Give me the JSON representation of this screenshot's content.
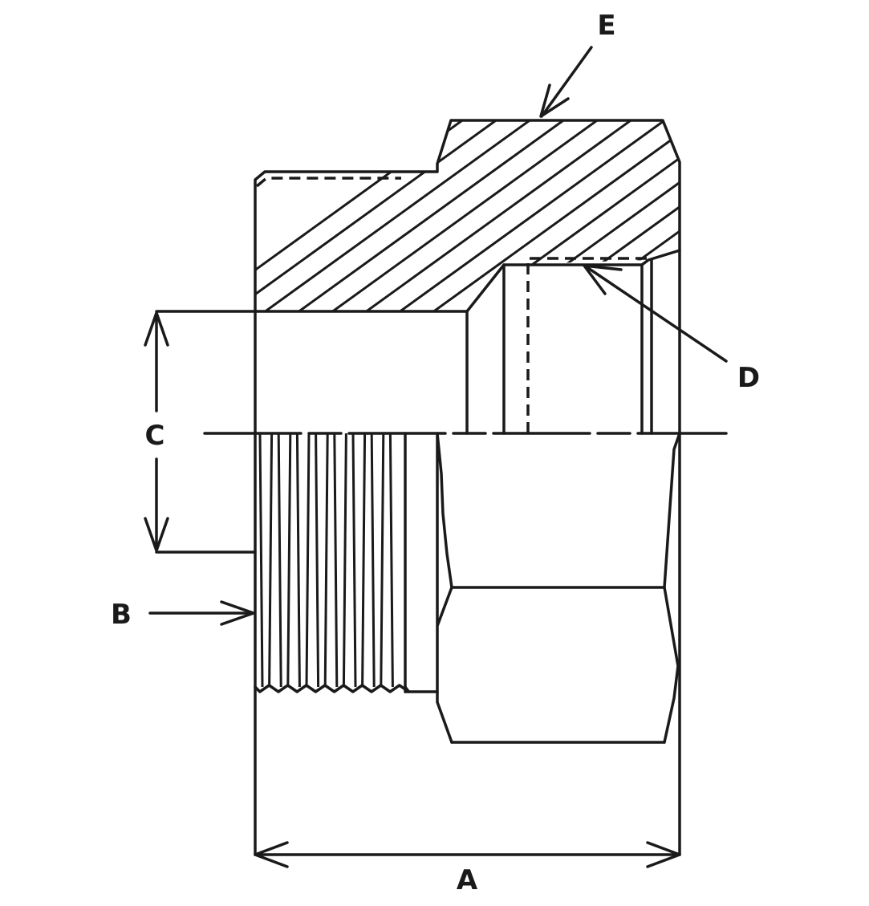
{
  "labels": {
    "A": "A",
    "B": "B",
    "C": "C",
    "D": "D",
    "E": "E"
  },
  "colors": {
    "line": "#1a1a1a",
    "background": "#ffffff"
  }
}
